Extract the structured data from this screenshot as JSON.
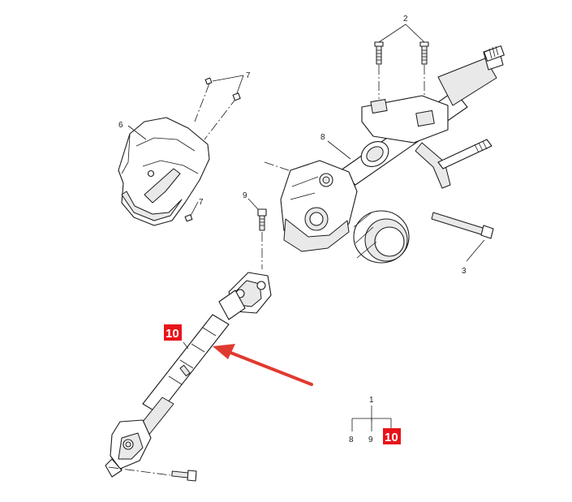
{
  "diagram": {
    "callouts": {
      "c1": "1",
      "c2": "2",
      "c3": "3",
      "c6": "6",
      "c7a": "7",
      "c7b": "7",
      "c8a": "8",
      "c8b": "8",
      "c9a": "9",
      "c9b": "9"
    },
    "highlight": {
      "main_label": "10",
      "legend_label": "10",
      "color": "#e8141b"
    },
    "arrow_color": "#e03a30"
  }
}
